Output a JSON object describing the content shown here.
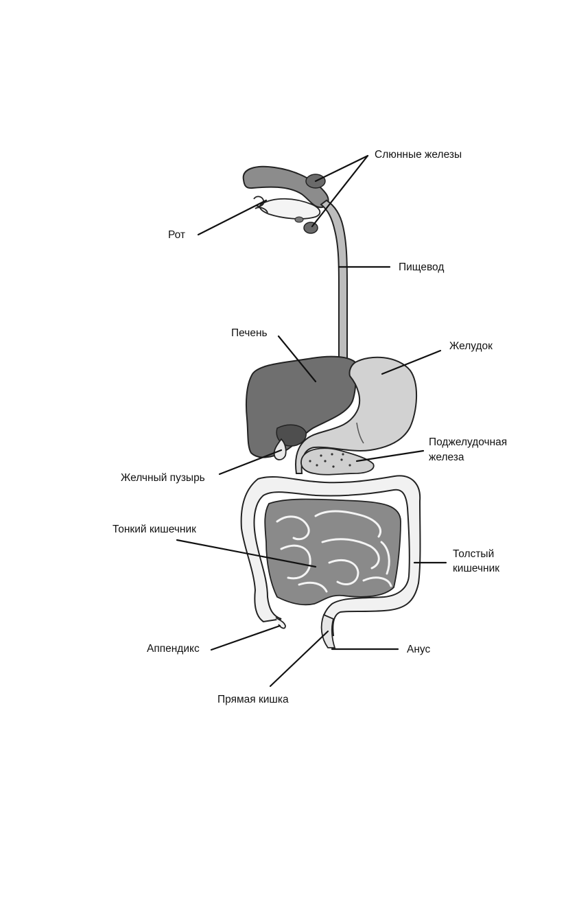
{
  "labels": {
    "salivary_glands": "Слюнные железы",
    "mouth": "Рот",
    "esophagus": "Пищевод",
    "liver": "Печень",
    "stomach": "Желудок",
    "pancreas_line1": "Поджелудочная",
    "pancreas_line2": "железа",
    "gallbladder": "Желчный пузырь",
    "small_intestine": "Тонкий кишечник",
    "large_intestine_line1": "Толстый",
    "large_intestine_line2": "кишечник",
    "appendix": "Аппендикс",
    "anus": "Анус",
    "rectum": "Прямая кишка"
  },
  "colors": {
    "ink": "#111111",
    "liver": "#6f6f6f",
    "stomach": "#d2d2d2",
    "small_intestine": "#8a8a8a",
    "large_intestine": "#f1f1f1",
    "pancreas": "#cfcfcf",
    "head": "#8c8c8c"
  }
}
